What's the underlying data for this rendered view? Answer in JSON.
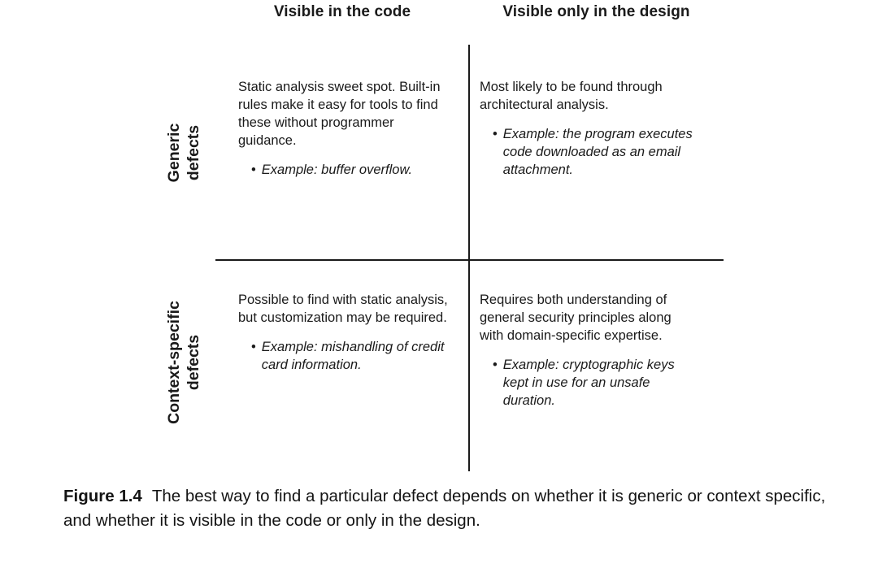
{
  "matrix": {
    "col_headers": [
      "Visible in the code",
      "Visible only in the design"
    ],
    "rows": [
      {
        "label_lines": [
          "Generic",
          "defects"
        ],
        "cells": [
          {
            "description": "Static analysis sweet spot. Built-in rules make it easy for tools to find these without programmer guidance.",
            "example": "Example: buffer overflow."
          },
          {
            "description": "Most likely to be found through architectural analysis.",
            "example": "Example: the program executes code downloaded as an email attachment."
          }
        ]
      },
      {
        "label_lines": [
          "Context-specific",
          "defects"
        ],
        "cells": [
          {
            "description": "Possible to find with static analysis, but customization may be required.",
            "example": "Example: mishandling of credit card information."
          },
          {
            "description": "Requires both understanding of general security principles along with domain-specific expertise.",
            "example": "Example: cryptographic keys kept in use for an unsafe duration."
          }
        ]
      }
    ]
  },
  "bullet": "•",
  "caption": {
    "label": "Figure 1.4",
    "text": "The best way to find a particular defect depends on whether it is generic or context specific, and whether it is visible in the code or only in the design."
  }
}
